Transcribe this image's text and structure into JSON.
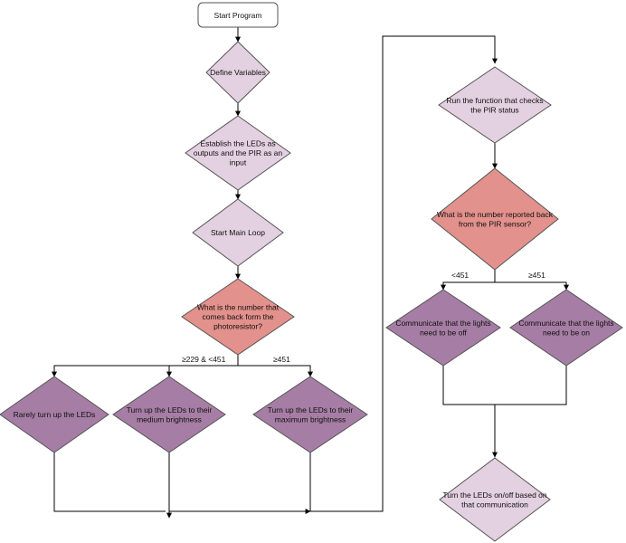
{
  "start": {
    "label": "Start Program"
  },
  "nodes": {
    "define_vars": {
      "lines": [
        "Define Variables"
      ]
    },
    "establish": {
      "lines": [
        "Establish the LEDs as",
        "outputs and the PIR as an",
        "input"
      ]
    },
    "main_loop": {
      "lines": [
        "Start Main Loop"
      ]
    },
    "photo_question": {
      "lines": [
        "What is the number that",
        "comes back form the",
        "photoresistor?"
      ]
    },
    "rarely": {
      "lines": [
        "Rarely turn up the LEDs"
      ]
    },
    "medium": {
      "lines": [
        "Turn up the LEDs to their",
        "medium brightness"
      ]
    },
    "maximum": {
      "lines": [
        "Turn up the LEDs to their",
        "maximum brightness"
      ]
    },
    "pir_check": {
      "lines": [
        "Run the function that checks",
        "the PIR status"
      ]
    },
    "pir_question": {
      "lines": [
        "What is the number reported back",
        "from the PIR sensor?"
      ]
    },
    "lights_off": {
      "lines": [
        "Communicate that the lights",
        "need to be off"
      ]
    },
    "lights_on": {
      "lines": [
        "Communicate that the lights",
        "need to be on"
      ]
    },
    "leds_onoff": {
      "lines": [
        "Turn the LEDs on/off based on",
        "that communication"
      ]
    }
  },
  "edge_labels": {
    "mid_range": "≥229 & <451",
    "high_photo": "≥451",
    "low_pir": "<451",
    "high_pir": "≥451"
  },
  "colors": {
    "light": "#e3d0e0",
    "mid": "#a67da4",
    "alert": "#e3918c",
    "stroke": "#555555",
    "line": "#000000"
  }
}
